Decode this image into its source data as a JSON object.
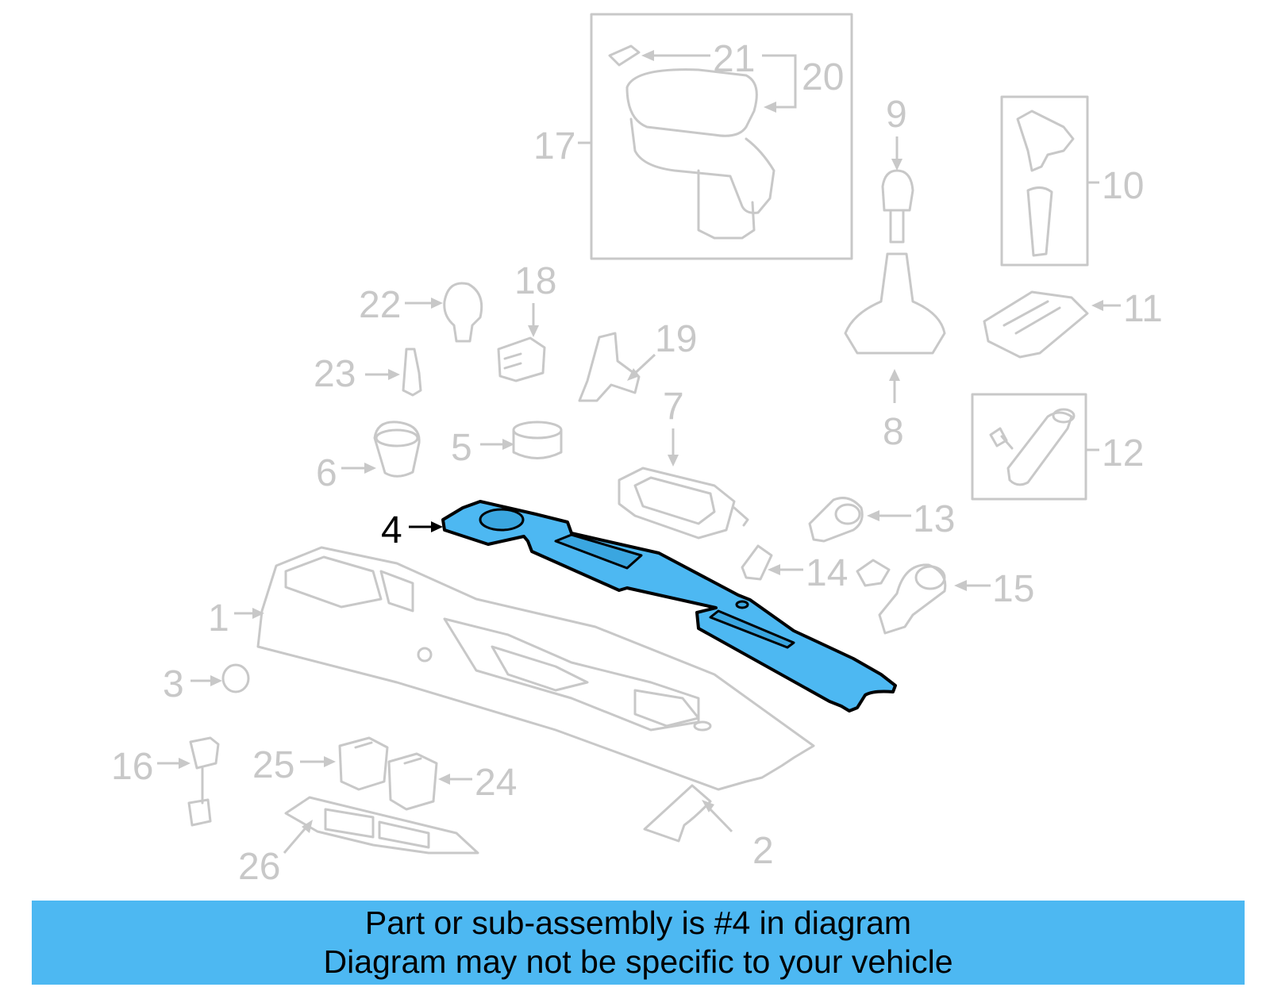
{
  "callouts": {
    "n1": "1",
    "n2": "2",
    "n3": "3",
    "n4": "4",
    "n5": "5",
    "n6": "6",
    "n7": "7",
    "n8": "8",
    "n9": "9",
    "n10": "10",
    "n11": "11",
    "n12": "12",
    "n13": "13",
    "n14": "14",
    "n15": "15",
    "n16": "16",
    "n17": "17",
    "n18": "18",
    "n19": "19",
    "n20": "20",
    "n21": "21",
    "n22": "22",
    "n23": "23",
    "n24": "24",
    "n25": "25",
    "n26": "26"
  },
  "highlighted_part": "4",
  "colors": {
    "highlight": "#4db8f2",
    "banner": "#4db8f2",
    "ghost": "#c8c8c8"
  },
  "banner": {
    "line1": "Part or sub-assembly is #4 in diagram",
    "line2": "Diagram may not be specific to your vehicle"
  }
}
